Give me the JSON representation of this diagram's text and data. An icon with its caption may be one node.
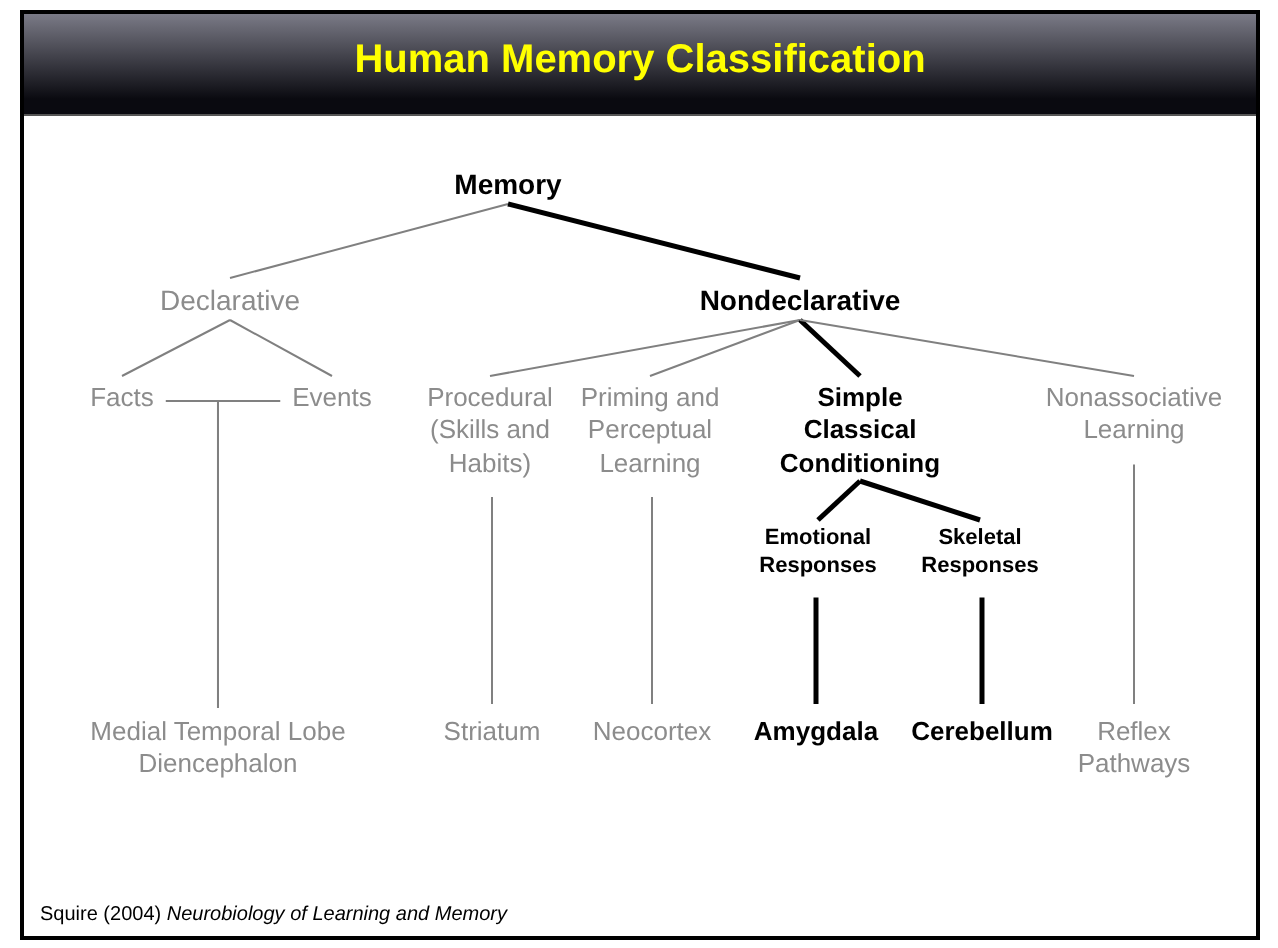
{
  "diagram": {
    "title": "Human Memory Classification",
    "caption": "Squire (2004) *Neurobiology of Learning and Memory*",
    "nodes": [
      {
        "text": [
          "Memory"
        ]
      },
      {
        "text": [
          "Declarative"
        ]
      },
      {
        "text": [
          "Nondeclarative"
        ]
      },
      {
        "text": [
          "Facts"
        ]
      },
      {
        "text": [
          "Events"
        ]
      },
      {
        "text": [
          "Procedural (Skills and Habits)"
        ]
      },
      {
        "text": [
          "Priming and Perceptual Learning"
        ]
      },
      {
        "text": [
          "Simple Classical Conditioning"
        ]
      },
      {
        "text": [
          "Nonassociative Learning"
        ]
      },
      {
        "text": [
          "Emotional Responses"
        ]
      },
      {
        "text": [
          "Skeletal Responses"
        ]
      },
      {
        "text": [
          "Medial Temporal Lobe Diencephalon"
        ]
      },
      {
        "text": [
          "Striatum"
        ]
      },
      {
        "text": [
          "Neocortex"
        ]
      },
      {
        "text": [
          "Amygdala"
        ]
      },
      {
        "text": [
          "Cerebellum"
        ]
      },
      {
        "text": [
          "Reflex Pathways"
        ]
      }
    ],
    "edges": [
      {
        "from": 0,
        "to": 1,
        "arrow": "none"
      },
      {
        "from": 0,
        "to": 2,
        "arrow": "none",
        "style": "thick",
        "color": "#000000"
      },
      {
        "from": 1,
        "to": 3,
        "arrow": "none"
      },
      {
        "from": 1,
        "to": 4,
        "arrow": "none"
      },
      {
        "from": 2,
        "to": 5,
        "arrow": "none"
      },
      {
        "from": 2,
        "to": 6,
        "arrow": "none"
      },
      {
        "from": 2,
        "to": 7,
        "arrow": "none",
        "style": "thick",
        "color": "#000000"
      },
      {
        "from": 2,
        "to": 8,
        "arrow": "none"
      },
      {
        "from": 7,
        "to": 9,
        "arrow": "none",
        "style": "thick",
        "color": "#000000"
      },
      {
        "from": 7,
        "to": 10,
        "arrow": "none",
        "style": "thick",
        "color": "#000000"
      },
      {
        "from": 3,
        "to": 11,
        "arrow": "none"
      },
      {
        "from": 4,
        "to": 11,
        "arrow": "none"
      },
      {
        "from": 5,
        "to": 12,
        "arrow": "none"
      },
      {
        "from": 6,
        "to": 13,
        "arrow": "none"
      },
      {
        "from": 9,
        "to": 14,
        "arrow": "none",
        "style": "thick",
        "color": "#000000"
      },
      {
        "from": 10,
        "to": 15,
        "arrow": "none",
        "style": "thick",
        "color": "#000000"
      },
      {
        "from": 8,
        "to": 16,
        "arrow": "none"
      }
    ]
  }
}
